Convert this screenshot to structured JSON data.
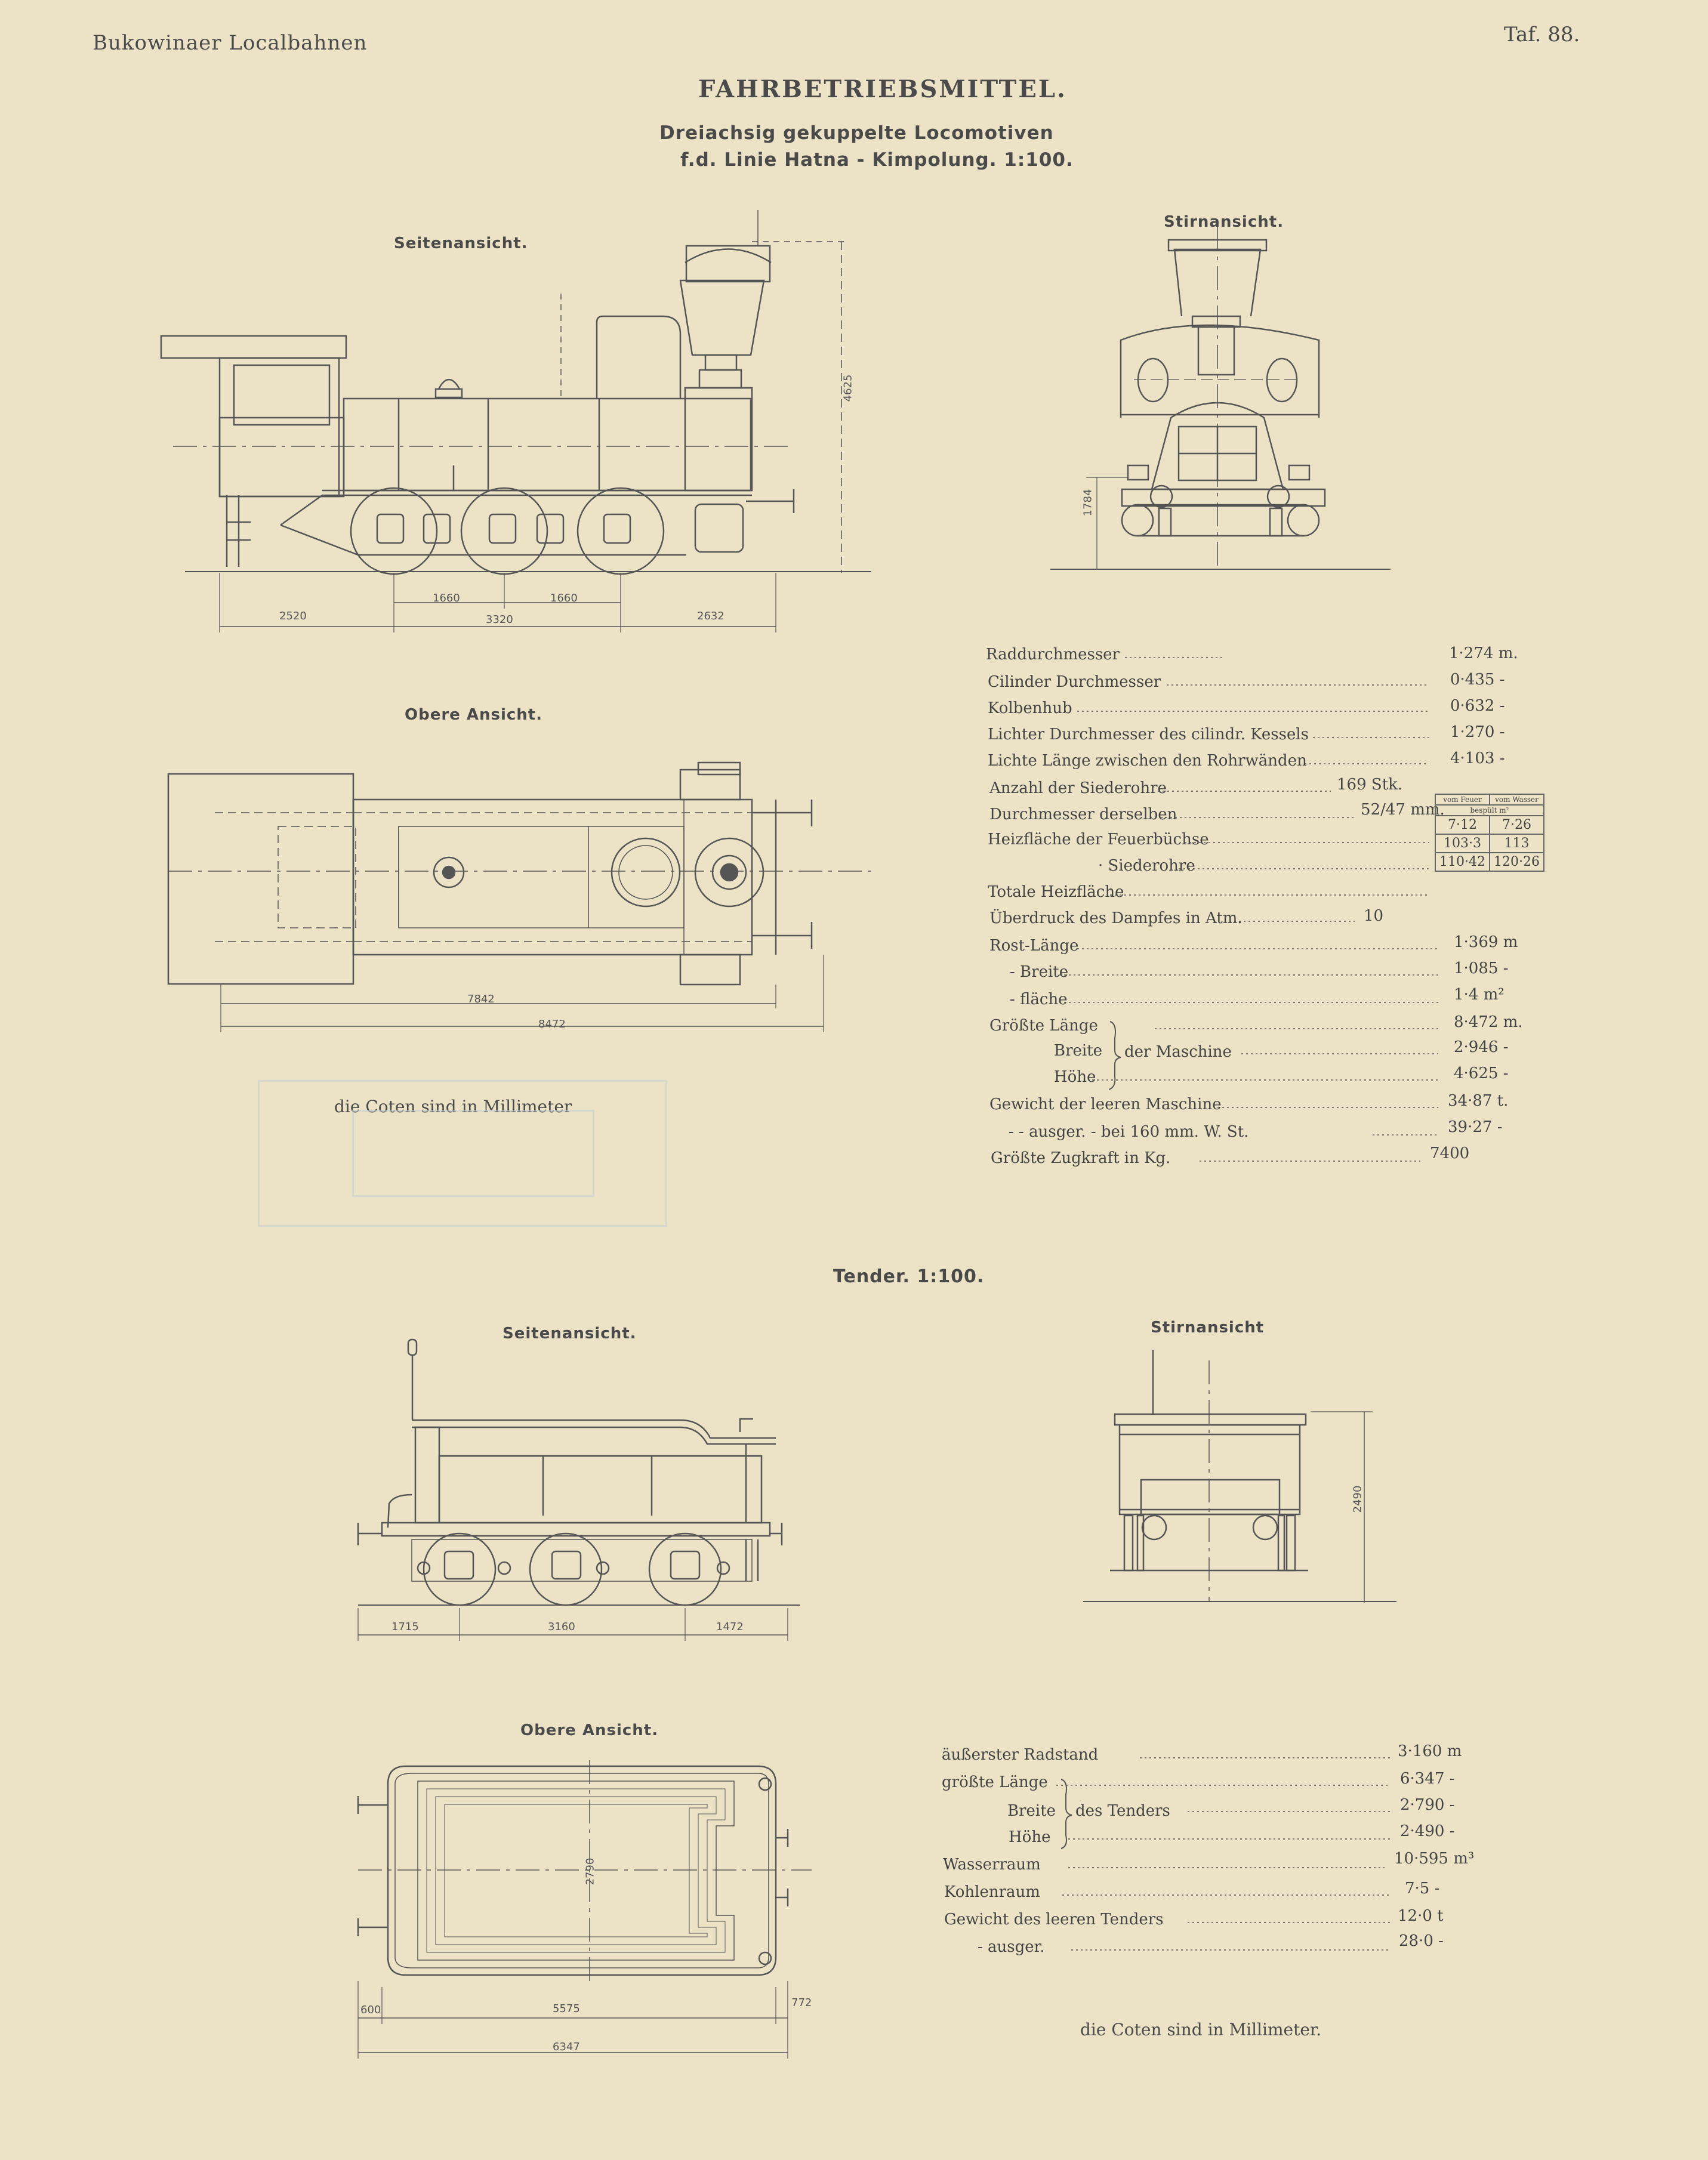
{
  "header": {
    "left": "Bukowinaer Localbahnen",
    "right": "Taf. 88."
  },
  "title": "FAHRBETRIEBSMITTEL.",
  "subtitle_1": "Dreiachsig gekuppelte Locomotiven",
  "subtitle_2": "f.d. Linie Hatna - Kimpolung. 1:100.",
  "loco": {
    "side_label": "Seitenansicht.",
    "front_label": "Stirnansicht.",
    "top_label": "Obere Ansicht.",
    "note": "die Coten sind in Millimeter",
    "dims": {
      "height": "4625",
      "d2520": "2520",
      "d1660a": "1660",
      "d1660b": "1660",
      "d3320": "3320",
      "d2632": "2632",
      "front_h": "1784",
      "d7842": "7842",
      "d8472": "8472"
    },
    "specs": [
      {
        "label": "Raddurchmesser",
        "value": "1·274 m."
      },
      {
        "label": "Cilinder Durchmesser",
        "value": "0·435 -"
      },
      {
        "label": "Kolbenhub",
        "value": "0·632 -"
      },
      {
        "label": "Lichter Durchmesser des cilindr. Kessels",
        "value": "1·270 -"
      },
      {
        "label": "Lichte Länge zwischen den Rohrwänden",
        "value": "4·103 -"
      },
      {
        "label": "Anzahl der Siederohre",
        "value": "169 Stk."
      },
      {
        "label": "Durchmesser derselben",
        "value": "52/47 mm."
      },
      {
        "label": "Heizfläche der Feuerbüchse",
        "value": ""
      },
      {
        "label": "· Siederohre",
        "value": ""
      },
      {
        "label": "Totale Heizfläche",
        "value": ""
      },
      {
        "label": "Überdruck des Dampfes in Atm.",
        "value": "10"
      },
      {
        "label": "Rost-Länge",
        "value": "1·369 m"
      },
      {
        "label": "- Breite",
        "value": "1·085 -"
      },
      {
        "label": "- fläche",
        "value": "1·4 m²"
      },
      {
        "label": "Größte Länge",
        "value": "8·472 m."
      },
      {
        "label": "Breite",
        "value": "2·946 -"
      },
      {
        "label": "Höhe",
        "value": "4·625 -"
      },
      {
        "label": "Gewicht der leeren Maschine",
        "value": "34·87 t."
      },
      {
        "label": "- - ausger. - bei 160 mm. W. St.",
        "value": "39·27 -"
      },
      {
        "label": "Größte Zugkraft in Kg.",
        "value": "7400"
      }
    ],
    "brace_label": "der Maschine",
    "table": {
      "head_fire": "vom Feuer",
      "head_water": "vom Wasser",
      "head_wetted": "bespült m²",
      "rows": [
        [
          "7·12",
          "7·26"
        ],
        [
          "103·3",
          "113"
        ],
        [
          "110·42",
          "120·26"
        ]
      ]
    }
  },
  "tender": {
    "heading": "Tender. 1:100.",
    "side_label": "Seitenansicht.",
    "front_label": "Stirnansicht",
    "top_label": "Obere Ansicht.",
    "note": "die Coten sind in Millimeter.",
    "dims": {
      "d1715": "1715",
      "d3160": "3160",
      "d1472": "1472",
      "h2490": "2490",
      "w2790": "2790",
      "d600": "600",
      "d5575": "5575",
      "d772": "772",
      "d6347": "6347"
    },
    "specs": [
      {
        "label": "äußerster Radstand",
        "value": "3·160 m"
      },
      {
        "label": "größte Länge",
        "value": "6·347 -"
      },
      {
        "label": "Breite",
        "value": "2·790 -"
      },
      {
        "label": "Höhe",
        "value": "2·490 -"
      },
      {
        "label": "Wasserraum",
        "value": "10·595 m³"
      },
      {
        "label": "Kohlenraum",
        "value": "7·5 -"
      },
      {
        "label": "Gewicht des leeren Tenders",
        "value": "12·0 t"
      },
      {
        "label": "- ausger.",
        "value": "28·0 -"
      }
    ],
    "brace_label": "des Tenders"
  }
}
